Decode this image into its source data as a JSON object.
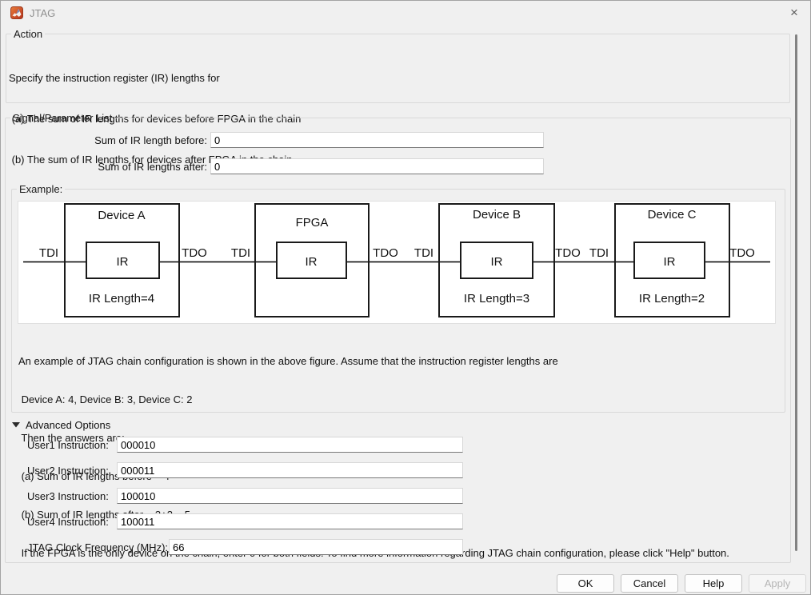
{
  "window": {
    "title": "JTAG",
    "close_glyph": "×"
  },
  "action": {
    "legend": "Action",
    "lines": [
      "Specify the instruction register (IR) lengths for",
      " (a) The sum of IR lengths for devices before FPGA in the chain",
      " (b) The sum of IR lengths for devices after FPGA in the chain"
    ]
  },
  "signal": {
    "legend": "Signal/Parameter List",
    "fields": {
      "before": {
        "label": "Sum of IR length before:",
        "value": "0"
      },
      "after": {
        "label": "Sum of IR lengths after:",
        "value": "0"
      }
    },
    "example": {
      "legend": "Example:",
      "diagram": {
        "tdi": "TDI",
        "tdo": "TDO",
        "ir": "IR",
        "devices": [
          {
            "name": "Device A",
            "length": "IR Length=4"
          },
          {
            "name": "FPGA",
            "length": ""
          },
          {
            "name": "Device B",
            "length": "IR Length=3"
          },
          {
            "name": "Device C",
            "length": "IR Length=2"
          }
        ]
      },
      "notes": [
        "An example of JTAG chain configuration is shown in the above figure. Assume that the instruction register lengths are",
        " Device A: 4, Device B: 3, Device C: 2",
        " Then the answers are:",
        " (a) Sum of IR lengths before = 4",
        " (b) Sum of IR lengths after = 3+2 = 5",
        " If the FPGA is the only device on the chain, enter 0 for both fields. To find more information regarding JTAG chain configuration, please click \"Help\" button."
      ]
    },
    "advanced": {
      "label": "Advanced Options",
      "fields": [
        {
          "label": "User1 Instruction:",
          "value": "000010"
        },
        {
          "label": "User2 Instruction:",
          "value": "000011"
        },
        {
          "label": "User3 Instruction:",
          "value": "100010"
        },
        {
          "label": "User4 Instruction:",
          "value": "100011"
        },
        {
          "label": "JTAG Clock Frequency (MHz):",
          "value": "66"
        }
      ]
    }
  },
  "buttons": {
    "ok": "OK",
    "cancel": "Cancel",
    "help": "Help",
    "apply": "Apply"
  }
}
